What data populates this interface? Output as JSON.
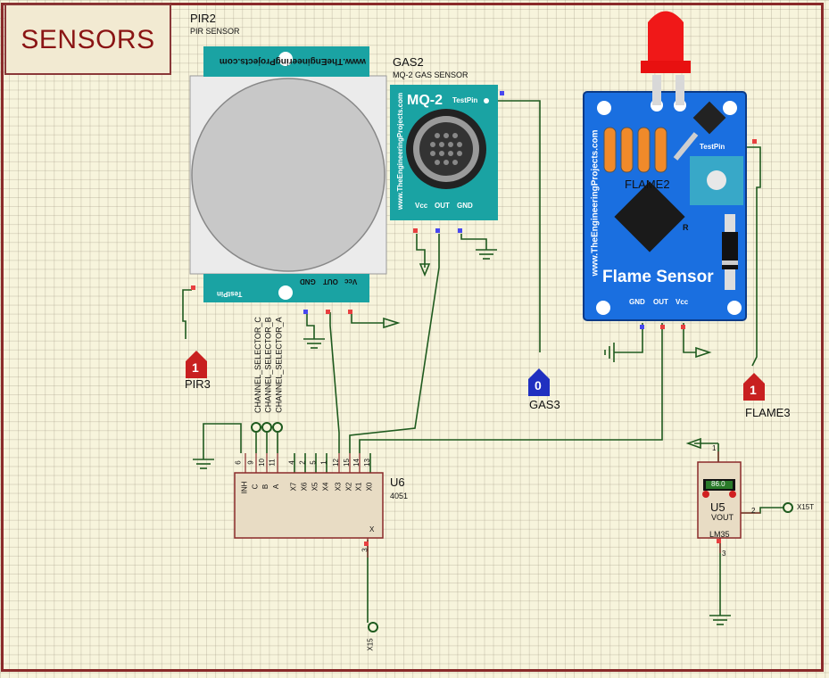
{
  "title": "SENSORS",
  "pir": {
    "ref": "PIR2",
    "name": "PIR SENSOR",
    "board_text": "www.TheEngineeringProjects.com",
    "testpin": "TestPin",
    "pins": [
      "GND",
      "OUT",
      "Vcc"
    ]
  },
  "gas": {
    "ref": "GAS2",
    "name": "MQ-2 GAS SENSOR",
    "model": "MQ-2",
    "testpin": "TestPin",
    "pins": [
      "Vcc",
      "OUT",
      "GND"
    ],
    "board_text": "www.TheEngineeringProjects.com"
  },
  "flame": {
    "ref": "FLAME2",
    "title": "Flame Sensor",
    "testpin": "TestPin",
    "pins": [
      "GND",
      "OUT",
      "Vcc"
    ],
    "board_text": "www.TheEngineeringProjects.com",
    "chip_label": "R"
  },
  "pir3": {
    "label": "PIR3",
    "value": "1"
  },
  "gas3": {
    "label": "GAS3",
    "value": "0"
  },
  "flame3": {
    "label": "FLAME3",
    "value": "1"
  },
  "mux": {
    "ref": "U6",
    "part": "4051",
    "pins_left": [
      "INH",
      "C",
      "B",
      "A"
    ],
    "pins_x": [
      "X7",
      "X6",
      "X5",
      "X4",
      "X3",
      "X2",
      "X1",
      "X0"
    ],
    "pin_nums_left": [
      "6",
      "9",
      "10",
      "11"
    ],
    "pin_nums_x": [
      "4",
      "2",
      "5",
      "1",
      "12",
      "15",
      "14",
      "13"
    ],
    "out_label": "X",
    "out_num": "3"
  },
  "selectors": [
    "CHANNEL_SELECTOR_C",
    "CHANNEL_SELECTOR_B",
    "CHANNEL_SELECTOR_A"
  ],
  "lm35": {
    "ref": "U5",
    "part": "LM35",
    "reading": "86.0",
    "vout": "VOUT",
    "pin1": "1",
    "pin2": "2",
    "pin3": "3"
  },
  "terminals": {
    "x15": "X15",
    "x15t": "X15T"
  },
  "colors": {
    "border": "#8a2a2a",
    "wire": "#1e5a1e",
    "board": "#14a0a0",
    "flame_board": "#1a6fe0",
    "probe_red": "#c82020",
    "probe_blue": "#2030c0"
  }
}
